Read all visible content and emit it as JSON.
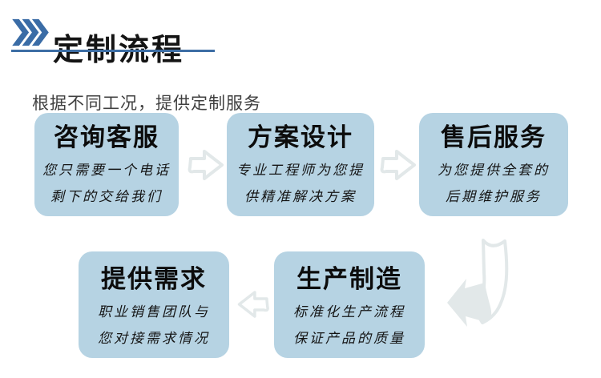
{
  "header": {
    "icon": "triple-chevron-right",
    "title": "定制流程",
    "subtitle": "根据不同工况，提供定制服务"
  },
  "colors": {
    "chevron_blue": "#3a6ca6",
    "underline_blue": "#3d6ea5",
    "box_fill": "#b6d3e3",
    "arrow_outline_gray": "#e2e8e9",
    "title_text": "#141414",
    "body_text": "#151515"
  },
  "steps": [
    {
      "id": "consult",
      "title": "咨询客服",
      "desc": [
        "您只需要一个电话",
        "剩下的交给我们"
      ]
    },
    {
      "id": "design",
      "title": "方案设计",
      "desc": [
        "专业工程师为您提",
        "供精准解决方案"
      ]
    },
    {
      "id": "aftersales",
      "title": "售后服务",
      "desc": [
        "为您提供全套的",
        "后期维护服务"
      ]
    },
    {
      "id": "requirements",
      "title": "提供需求",
      "desc": [
        "职业销售团队与",
        "您对接需求情况"
      ]
    },
    {
      "id": "production",
      "title": "生产制造",
      "desc": [
        "标准化生产流程",
        "保证产品的质量"
      ]
    }
  ],
  "flow": {
    "row1": "consult → design → aftersales",
    "row2": "production → requirements",
    "connector": "ribbon-down-left"
  }
}
